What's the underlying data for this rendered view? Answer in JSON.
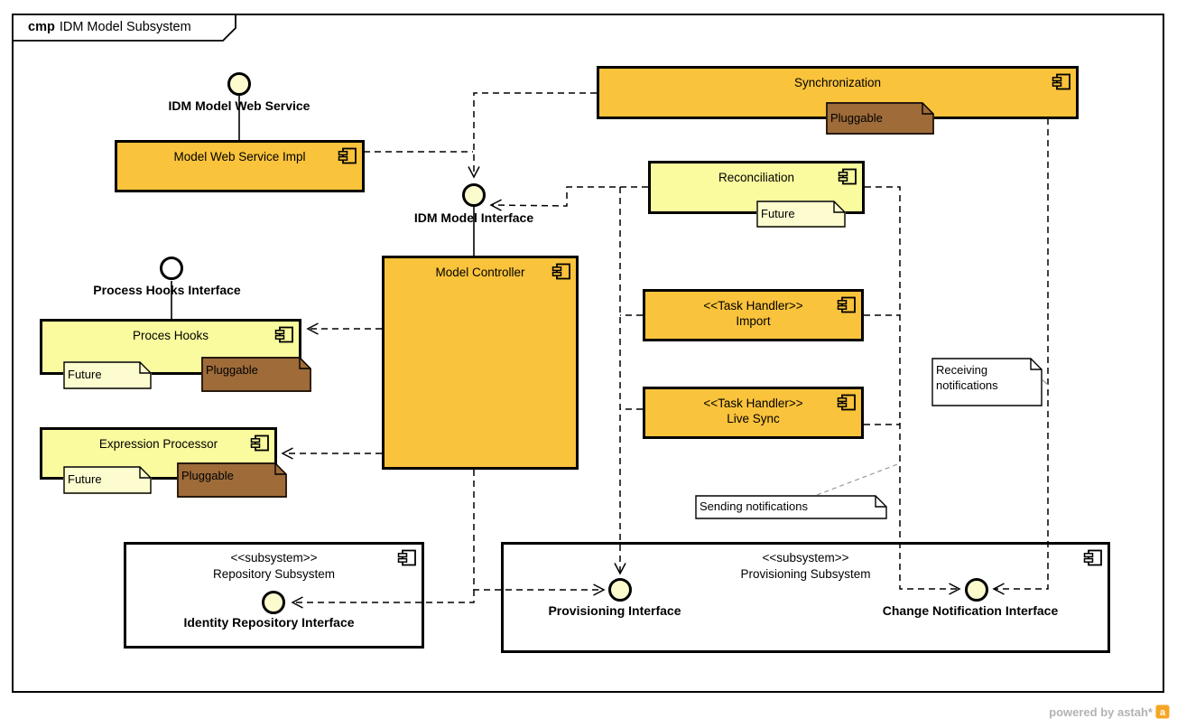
{
  "frame": {
    "keyword": "cmp",
    "title": "IDM Model Subsystem"
  },
  "colors": {
    "component_orange": "#FAC33C",
    "component_yellow": "#FAFB9E",
    "note_pale_yellow": "#FCFCCF",
    "note_brown": "#9E6B39",
    "ball_fill": "#FBFBCE",
    "line_black": "#000000",
    "note_anchor_gray": "#999999",
    "watermark_gray": "#b3b3b3",
    "watermark_orange": "#F5A623"
  },
  "components": {
    "model_web_service_impl": {
      "label": "Model Web Service Impl"
    },
    "synchronization": {
      "label": "Synchronization"
    },
    "reconciliation": {
      "label": "Reconciliation"
    },
    "model_controller": {
      "label": "Model Controller"
    },
    "proces_hooks": {
      "label": "Proces Hooks"
    },
    "expression_processor": {
      "label": "Expression Processor"
    },
    "import_task": {
      "stereotype": "<<Task Handler>>",
      "label": "Import"
    },
    "live_sync_task": {
      "stereotype": "<<Task Handler>>",
      "label": "Live Sync"
    }
  },
  "interfaces": {
    "idm_model_web_service": {
      "label": "IDM Model Web Service"
    },
    "idm_model_interface": {
      "label": "IDM Model Interface"
    },
    "process_hooks_interface": {
      "label": "Process Hooks Interface"
    },
    "identity_repository_interface": {
      "label": "Identity Repository Interface"
    },
    "provisioning_interface": {
      "label": "Provisioning Interface"
    },
    "change_notification_interface": {
      "label": "Change Notification Interface"
    }
  },
  "subsystems": {
    "repository": {
      "stereotype": "<<subsystem>>",
      "label": "Repository Subsystem"
    },
    "provisioning": {
      "stereotype": "<<subsystem>>",
      "label": "Provisioning Subsystem"
    }
  },
  "notes": {
    "sync_pluggable": {
      "text": "Pluggable"
    },
    "reconciliation_future": {
      "text": "Future"
    },
    "proces_hooks_future": {
      "text": "Future"
    },
    "proces_hooks_pluggable": {
      "text": "Pluggable"
    },
    "expression_future": {
      "text": "Future"
    },
    "expression_pluggable": {
      "text": "Pluggable"
    },
    "receiving_notifications": {
      "text": "Receiving notifications"
    },
    "sending_notifications": {
      "text": "Sending notifications"
    }
  },
  "watermark": {
    "text": "powered by astah*"
  }
}
